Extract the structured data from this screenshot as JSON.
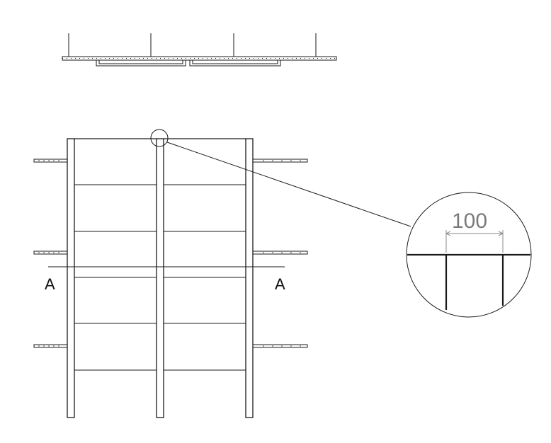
{
  "drawing": {
    "section_label_left": "A",
    "section_label_right": "A",
    "detail_dimension": "100"
  }
}
